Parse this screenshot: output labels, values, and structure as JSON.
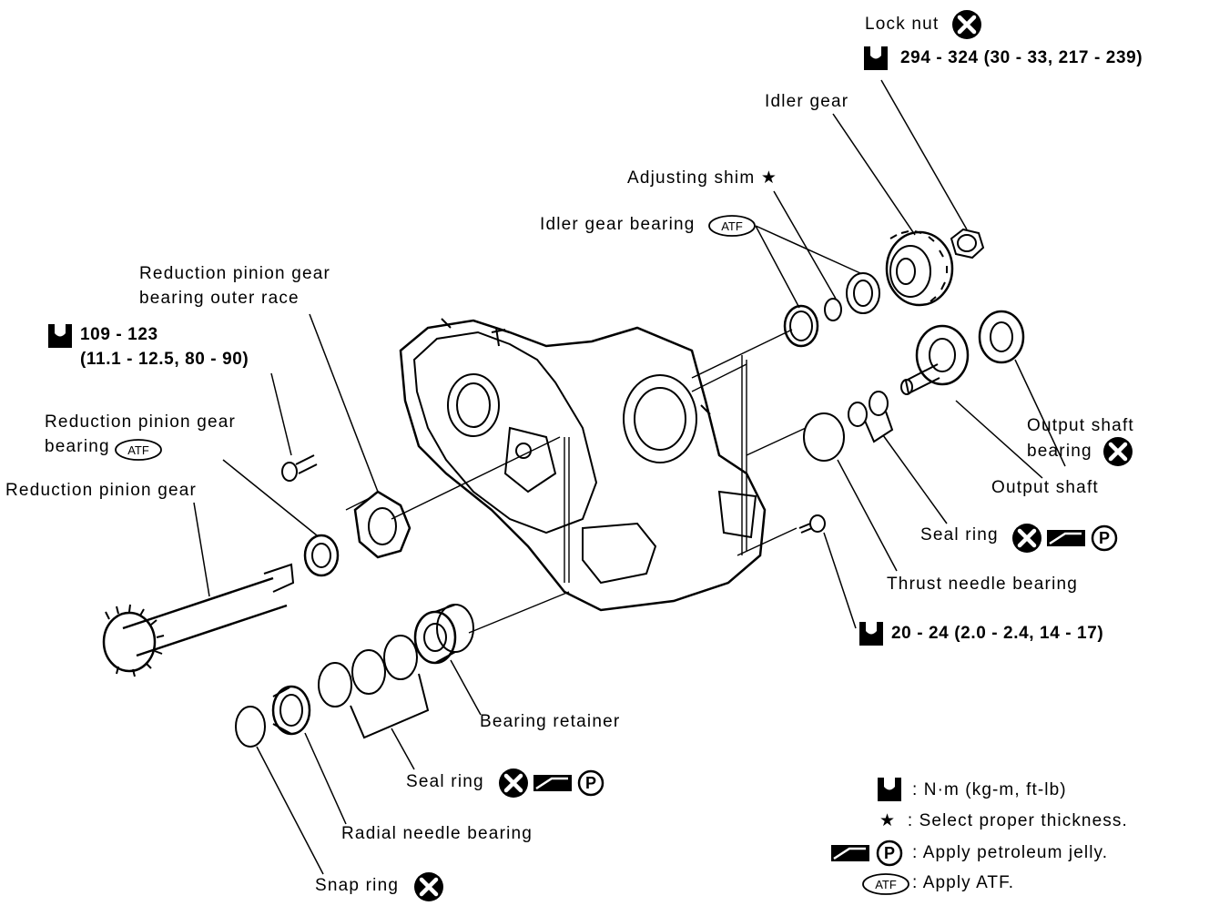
{
  "labels": {
    "lock_nut": "Lock nut",
    "lock_nut_torque": "294 - 324 (30 - 33, 217 - 239)",
    "idler_gear": "Idler gear",
    "adjusting_shim": "Adjusting shim",
    "idler_gear_bearing": "Idler gear bearing",
    "rpg_outer_race_1": "Reduction pinion gear",
    "rpg_outer_race_2": "bearing outer race",
    "bolt_torque_1": "109 - 123",
    "bolt_torque_2": "(11.1 - 12.5, 80 - 90)",
    "rpg_bearing_1": "Reduction pinion gear",
    "rpg_bearing_2": "bearing",
    "rpg": "Reduction pinion gear",
    "output_shaft_bearing_1": "Output shaft",
    "output_shaft_bearing_2": "bearing",
    "output_shaft": "Output shaft",
    "seal_ring_right": "Seal ring",
    "thrust_needle_bearing": "Thrust needle bearing",
    "small_bolt_torque": "20 - 24 (2.0 - 2.4, 14 - 17)",
    "bearing_retainer": "Bearing retainer",
    "seal_ring_bottom": "Seal ring",
    "radial_needle_bearing": "Radial needle bearing",
    "snap_ring": "Snap ring"
  },
  "symbols": {
    "atf": "ATF",
    "petroleum": "P",
    "star": "★"
  },
  "legend": {
    "torque": ": N·m (kg-m, ft-lb)",
    "thickness": ": Select proper thickness.",
    "jelly": ": Apply petroleum jelly.",
    "atf": ": Apply ATF."
  }
}
